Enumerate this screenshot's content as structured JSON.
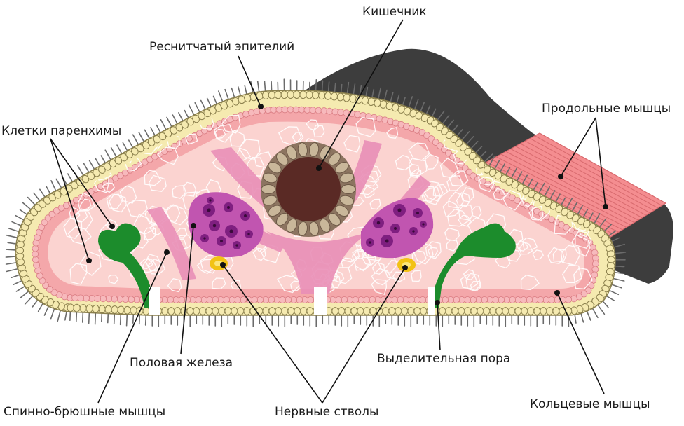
{
  "labels": {
    "intestine": "Кишечник",
    "ciliated_epithelium": "Реснитчатый эпителий",
    "parenchyma_cells": "Клетки паренхимы",
    "longitudinal_muscles": "Продольные мышцы",
    "gonad": "Половая железа",
    "excretory_pore": "Выделительная пора",
    "dorsoventral_muscles": "Спинно-брюшные мышцы",
    "nerve_trunks": "Нервные стволы",
    "circular_muscles": "Кольцевые мышцы"
  },
  "colors": {
    "cilia": "#6b6b6b",
    "epithelium": "#f5eab0",
    "circular_muscle": "#f4a7aa",
    "parenchyma": "#fbd3d0",
    "gut_wall": "#8c7460",
    "gut_lumen": "#5a2a25",
    "gonad": "#c155b0",
    "egg": "#7f1f80",
    "excretory": "#1c8c2c",
    "nerve": "#f2c215",
    "dorsoventral": "#e98fb7",
    "longitudinal": "#f48d90",
    "back_face": "#3d3d3d"
  }
}
